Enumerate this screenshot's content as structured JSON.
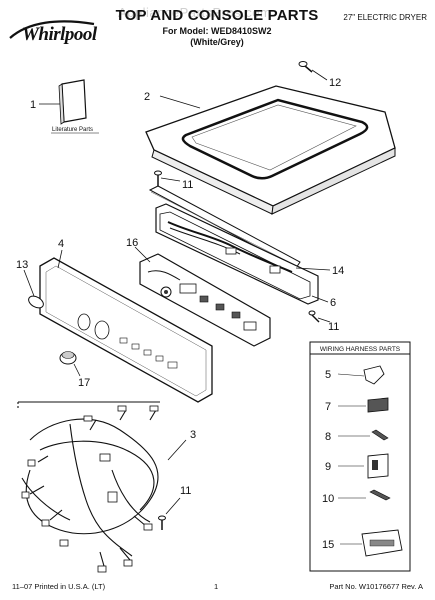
{
  "header": {
    "brand": "Whirlpool",
    "watermark": "AppliancePartsPros.com",
    "title": "TOP AND CONSOLE PARTS",
    "model_line": "For Model: WED8410SW2",
    "variant_line": "(White/Grey)",
    "product": "27\" ELECTRIC DRYER"
  },
  "literature_label": "Literature Parts",
  "callouts": [
    "1",
    "2",
    "3",
    "4",
    "5",
    "6",
    "7",
    "8",
    "9",
    "10",
    "11",
    "11",
    "11",
    "12",
    "13",
    "14",
    "15",
    "16",
    "17"
  ],
  "wiring_box": {
    "title": "WIRING HARNESS PARTS",
    "items": [
      "5",
      "7",
      "8",
      "9",
      "10",
      "15"
    ]
  },
  "footer": {
    "left": "11–07 Printed in U.S.A. (LT)",
    "center": "1",
    "right": "Part No. W10176677 Rev. A"
  }
}
